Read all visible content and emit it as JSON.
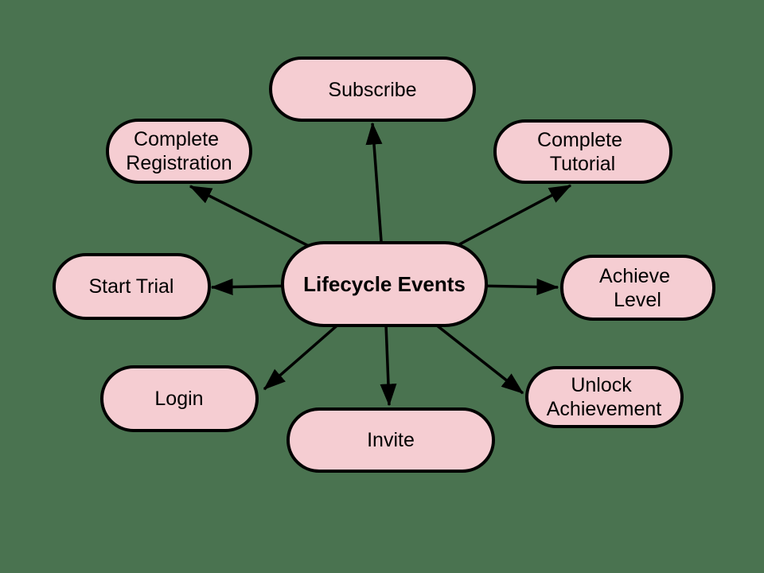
{
  "diagram": {
    "type": "radial-mindmap",
    "title": "Lifecycle Events",
    "center_node": {
      "id": "lifecycle-events",
      "label": "Lifecycle Events"
    },
    "nodes": [
      {
        "id": "subscribe",
        "label": "Subscribe",
        "lines": [
          "Subscribe"
        ]
      },
      {
        "id": "complete-tutorial",
        "label": "Complete Tutorial",
        "lines": [
          "Complete",
          "Tutorial"
        ]
      },
      {
        "id": "achieve-level",
        "label": "Achieve Level",
        "lines": [
          "Achieve",
          "Level"
        ]
      },
      {
        "id": "unlock-achievement",
        "label": "Unlock Achievement",
        "lines": [
          "Unlock",
          "Achievement"
        ]
      },
      {
        "id": "invite",
        "label": "Invite",
        "lines": [
          "Invite"
        ]
      },
      {
        "id": "login",
        "label": "Login",
        "lines": [
          "Login"
        ]
      },
      {
        "id": "start-trial",
        "label": "Start Trial",
        "lines": [
          "Start Trial"
        ]
      },
      {
        "id": "complete-registration",
        "label": "Complete Registration",
        "lines": [
          "Complete",
          "Registration"
        ]
      }
    ],
    "edges": [
      {
        "from": "lifecycle-events",
        "to": "subscribe"
      },
      {
        "from": "lifecycle-events",
        "to": "complete-tutorial"
      },
      {
        "from": "lifecycle-events",
        "to": "achieve-level"
      },
      {
        "from": "lifecycle-events",
        "to": "unlock-achievement"
      },
      {
        "from": "lifecycle-events",
        "to": "invite"
      },
      {
        "from": "lifecycle-events",
        "to": "login"
      },
      {
        "from": "lifecycle-events",
        "to": "start-trial"
      },
      {
        "from": "lifecycle-events",
        "to": "complete-registration"
      }
    ],
    "colors": {
      "background": "#4A7350",
      "node_fill": "#F5CDD2",
      "node_stroke": "#000000",
      "arrow": "#000000",
      "text": "#000000"
    }
  }
}
